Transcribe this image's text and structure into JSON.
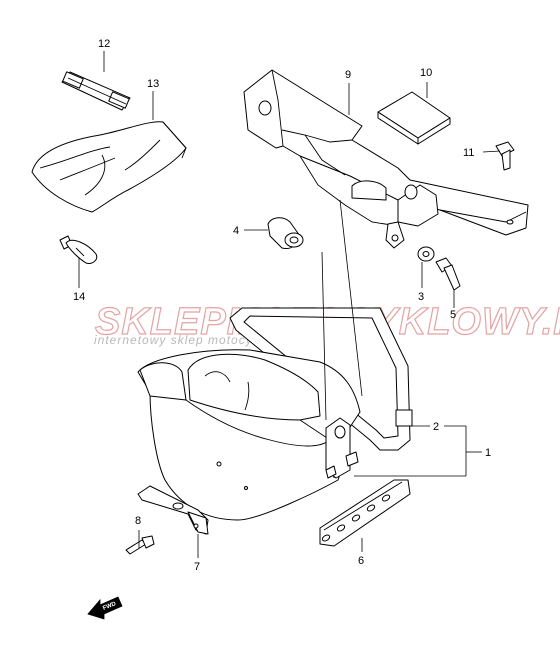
{
  "watermark": {
    "main": "SKLEPMOTOCYKLOWY.PL",
    "sub": "internetowy sklep motocyklowy"
  },
  "fwd_label": "FWD",
  "callouts": [
    "1",
    "2",
    "3",
    "4",
    "5",
    "6",
    "7",
    "8",
    "9",
    "10",
    "11",
    "12",
    "13",
    "14"
  ]
}
